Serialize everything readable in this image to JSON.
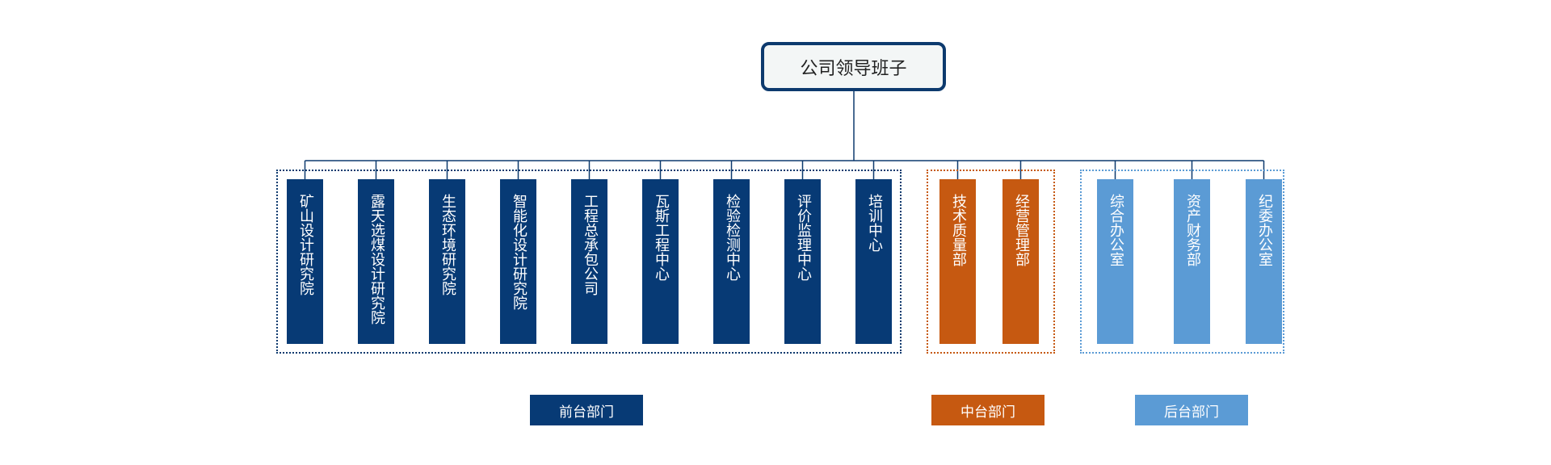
{
  "root": {
    "label": "公司领导班子"
  },
  "colors": {
    "front": "#073a75",
    "middle": "#c65911",
    "back": "#5b9bd5",
    "line": "#0d3a6e"
  },
  "groups": [
    {
      "key": "front",
      "legend": "前台部门",
      "departments": [
        "矿山设计研究院",
        "露天选煤设计研究院",
        "生态环境研究院",
        "智能化设计研究院",
        "工程总承包公司",
        "瓦斯工程中心",
        "检验检测中心",
        "评价监理中心",
        "培训中心"
      ]
    },
    {
      "key": "middle",
      "legend": "中台部门",
      "departments": [
        "技术质量部",
        "经营管理部"
      ]
    },
    {
      "key": "back",
      "legend": "后台部门",
      "departments": [
        "综合办公室",
        "资产财务部",
        "纪委办公室"
      ]
    }
  ]
}
